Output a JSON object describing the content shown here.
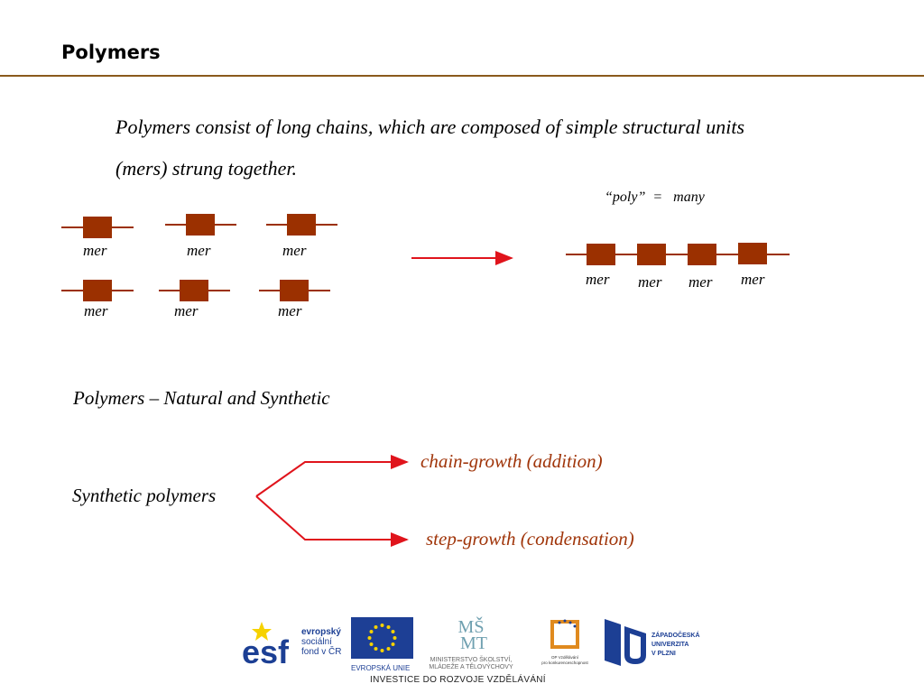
{
  "slide": {
    "title": "Polymers",
    "intro": "Polymers consist of long chains, which are composed of simple structural units (mers) strung together.",
    "poly_note": "“poly”  =   many",
    "mer_label": "mer",
    "natural_synthetic": "Polymers – Natural and Synthetic",
    "synthetic_label": "Synthetic polymers",
    "branch_top": "chain-growth (addition)",
    "branch_bottom": "step-growth (condensation)"
  },
  "colors": {
    "mer_block": "#9b3000",
    "arrow": "#e0141c",
    "rule": "#8a5a1c",
    "branch_text": "#a0350a"
  },
  "footer": {
    "esf_text": [
      "evropský",
      "sociální",
      "fond v ČR"
    ],
    "eu_label": "EVROPSKÁ UNIE",
    "msmt_label": [
      "MINISTERSTVO ŠKOLSTVÍ,",
      "MLÁDEŽE A TĚLOVÝCHOVY"
    ],
    "op_label": [
      "OP Vzdělávání",
      "pro konkurenceschopnost"
    ],
    "zcu_label": [
      "ZÁPADOČESKÁ",
      "UNIVERZITA",
      "V PLZNI"
    ],
    "tagline": "INVESTICE DO ROZVOJE VZDĚLÁVÁNÍ"
  }
}
